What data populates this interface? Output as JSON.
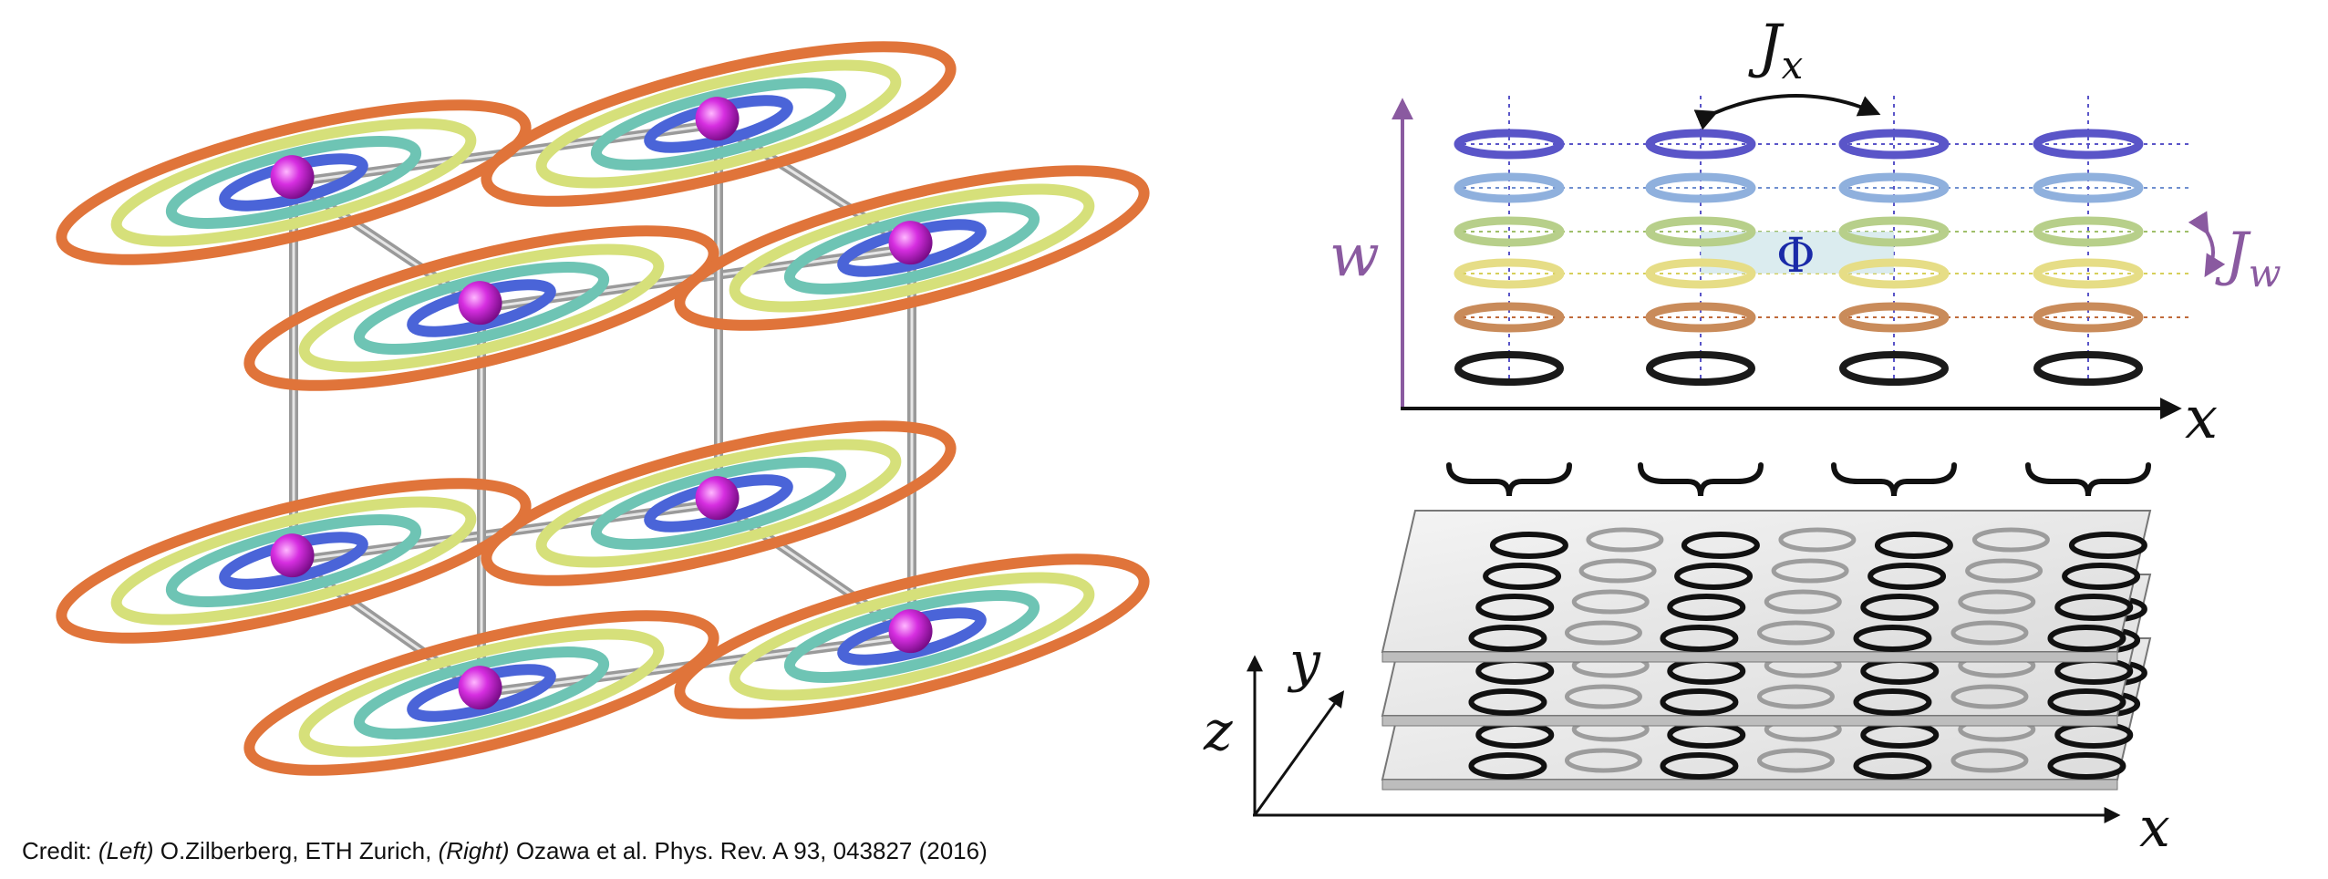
{
  "right_top": {
    "jx_main": "J",
    "jx_sub": "x",
    "w_axis": "w",
    "x_axis": "x",
    "jw_main": "J",
    "jw_sub": "w",
    "phi": "Φ"
  },
  "right_bottom": {
    "x_axis": "x",
    "y_axis": "y",
    "z_axis": "z"
  },
  "caption": {
    "prefix": "Credit: ",
    "left_tag": "(Left)",
    "left_credit": " O.Zilberberg, ETH Zurich, ",
    "right_tag": "(Right)",
    "right_credit": " Ozawa et al. Phys. Rev. A 93, 043827 (2016)"
  },
  "colors": {
    "ring_purple": "#5a55c8",
    "ring_lightblue": "#8fb0dd",
    "ring_green": "#b7cf8a",
    "ring_yellow": "#e6dd86",
    "ring_brown": "#c98b5a",
    "ring_black": "#1a1a1a",
    "disk_orange": "#e0743a",
    "disk_yellow": "#d6e07a",
    "disk_teal": "#6ec4b4",
    "disk_blue": "#4a64d8",
    "atom_magenta": "#d62ee0",
    "axis_purple": "#8a5aa0",
    "phi_blue": "#1a2aa8"
  }
}
